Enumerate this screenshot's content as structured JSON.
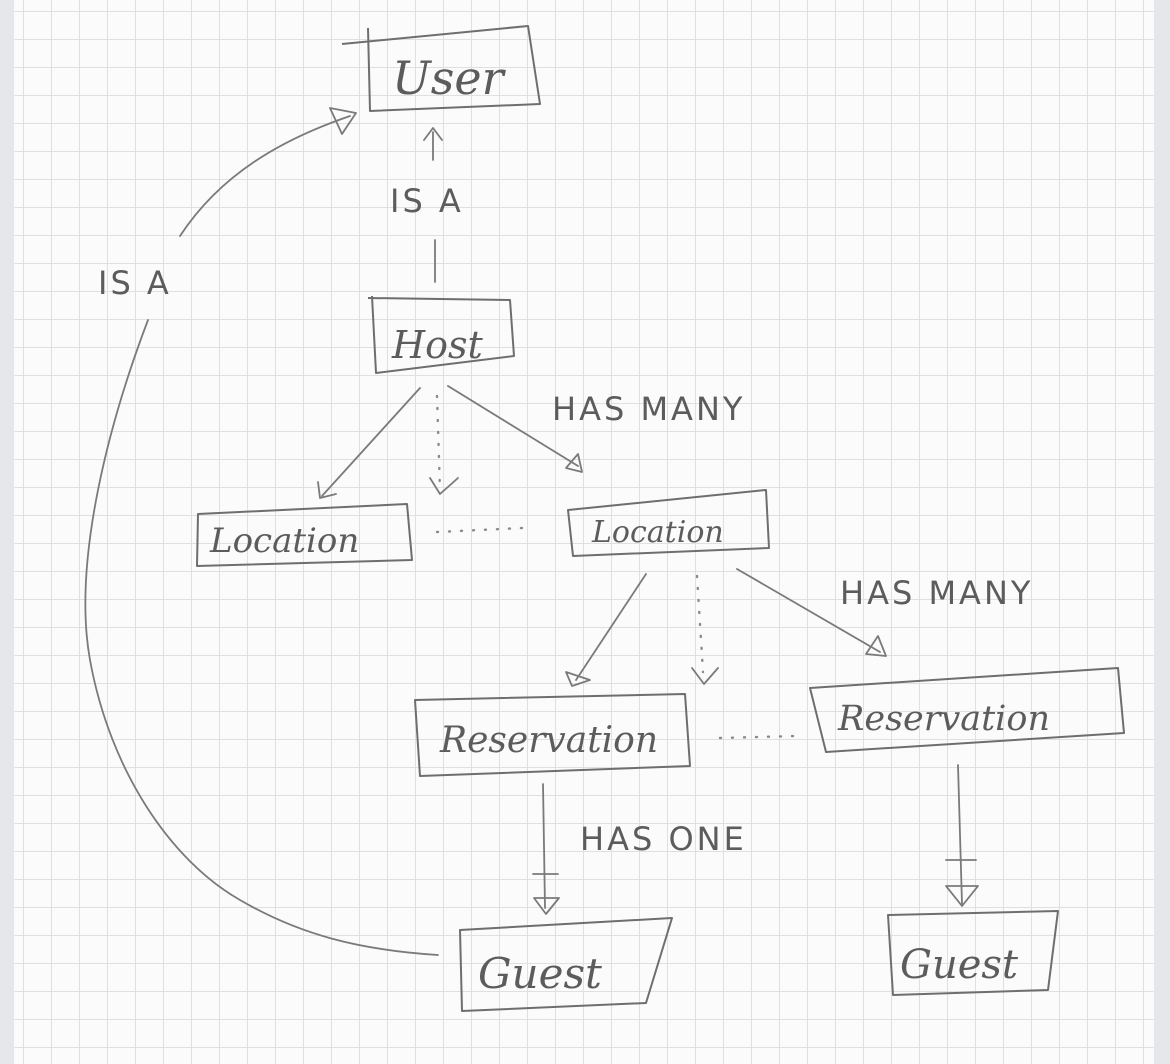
{
  "nodes": {
    "user": "User",
    "host": "Host",
    "location_left": "Location",
    "location_right": "Location",
    "reservation_left": "Reservation",
    "reservation_right": "Reservation",
    "guest_left": "Guest",
    "guest_right": "Guest"
  },
  "edges": {
    "host_is_a_user": "IS A",
    "guest_is_a_user": "IS A",
    "host_has_many_locations": "HAS MANY",
    "location_has_many_reservations": "HAS MANY",
    "reservation_has_one_guest": "HAS ONE"
  }
}
